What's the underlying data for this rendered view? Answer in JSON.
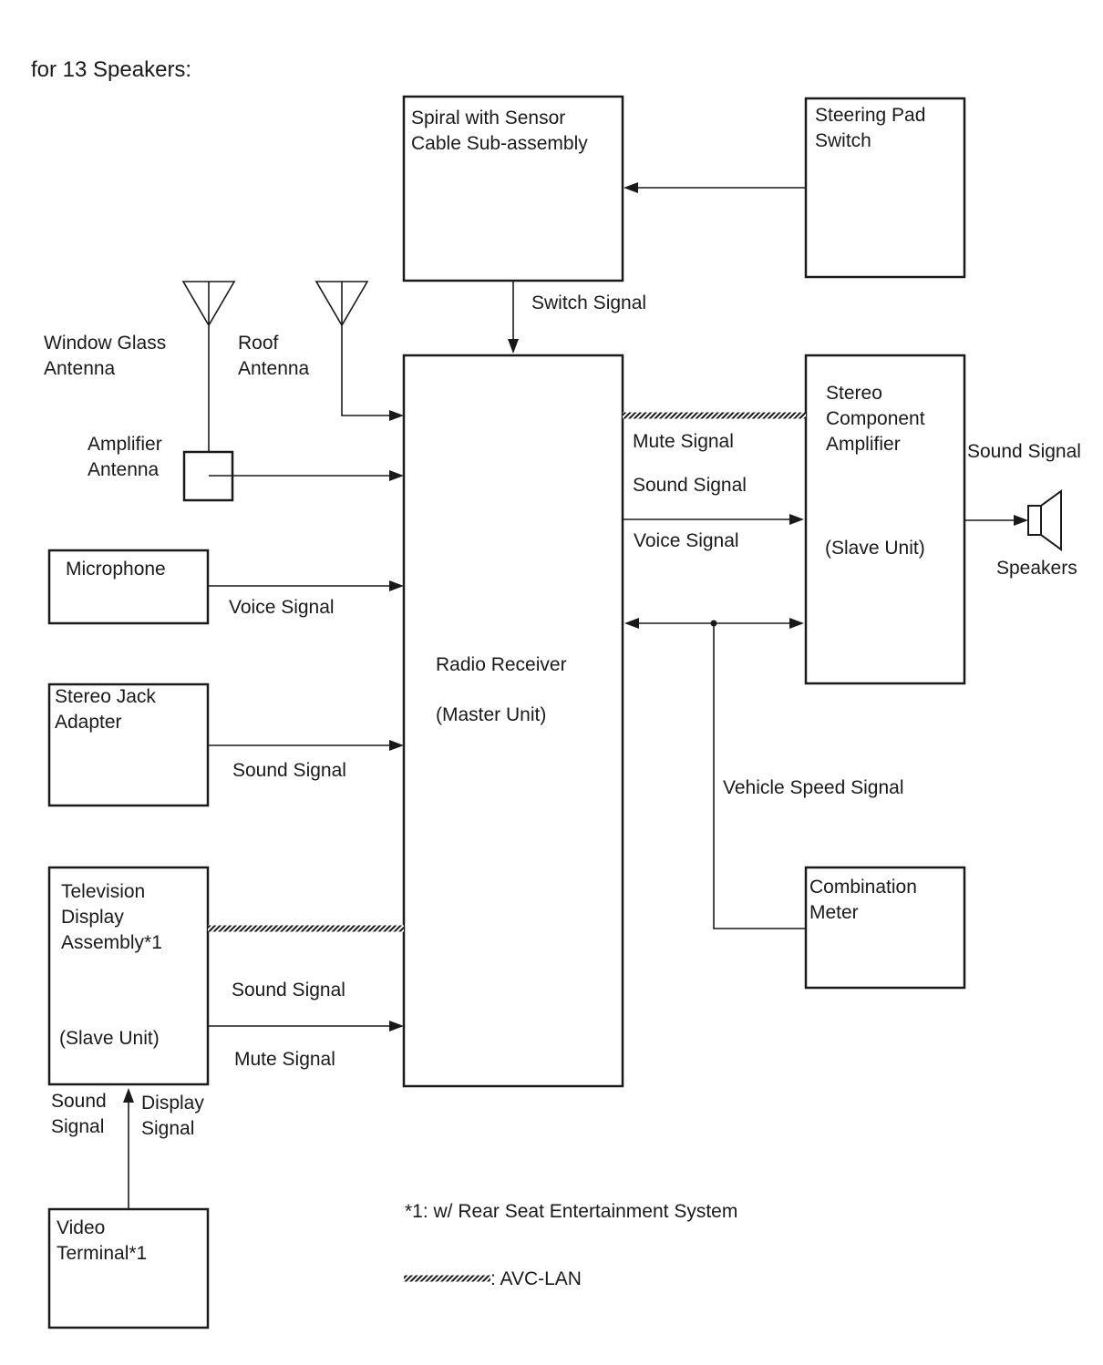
{
  "title": "for 13 Speakers:",
  "blocks": {
    "spiral": [
      "Spiral with Sensor",
      "Cable Sub-assembly"
    ],
    "steering": [
      "Steering Pad",
      "Switch"
    ],
    "radio": [
      "Radio Receiver",
      "(Master Unit)"
    ],
    "amp": [
      "Stereo",
      "Component",
      "Amplifier",
      "(Slave Unit)"
    ],
    "microphone": [
      "Microphone"
    ],
    "jack": [
      "Stereo Jack",
      "Adapter"
    ],
    "tv": [
      "Television",
      "Display",
      "Assembly*1",
      "(Slave Unit)"
    ],
    "meter": [
      "Combination",
      "Meter"
    ],
    "video": [
      "Video",
      "Terminal*1"
    ]
  },
  "antennas": {
    "window": [
      "Window Glass",
      "Antenna"
    ],
    "roof": [
      "Roof",
      "Antenna"
    ],
    "amplifier": [
      "Amplifier",
      "Antenna"
    ]
  },
  "signals": {
    "switch": "Switch Signal",
    "voice_mic": "Voice Signal",
    "sound_jack": "Sound Signal",
    "sound_tv": "Sound Signal",
    "mute_tv": "Mute Signal",
    "mute_amp": "Mute Signal",
    "sound_amp": "Sound Signal",
    "voice_amp": "Voice Signal",
    "sound_out": "Sound Signal",
    "vehicle_speed": "Vehicle Speed Signal",
    "video_sound": [
      "Sound",
      "Signal"
    ],
    "video_display": [
      "Display",
      "Signal"
    ]
  },
  "speakers_label": "Speakers",
  "notes": {
    "footnote": "*1: w/ Rear Seat Entertainment System",
    "legend": ": AVC-LAN"
  }
}
